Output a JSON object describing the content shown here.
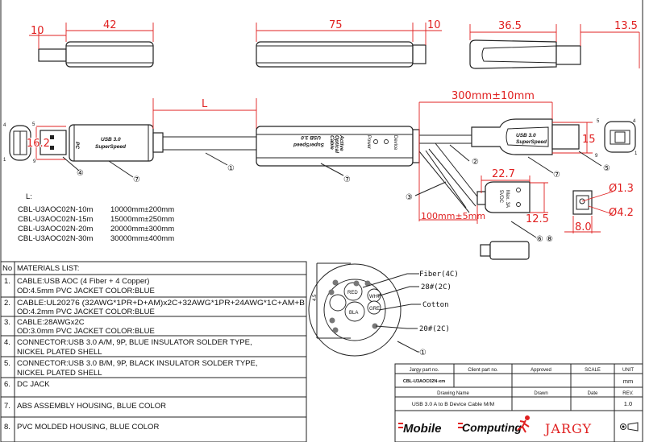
{
  "top_view": {
    "dims": {
      "plug_a": "10",
      "body_a": "42",
      "middle_body": "75",
      "middle_end": "10",
      "body_b": "36.5",
      "plug_b": "13.5"
    }
  },
  "main_view": {
    "length_label": "L",
    "dim_300": "300mm±10mm",
    "dim_100": "100mm±5mm",
    "dim_16_2": "16.2",
    "dim_15": "15",
    "dim_22_7": "22.7",
    "dim_12_5": "12.5",
    "dim_8_0": "8.0",
    "dia_1_3": "Ø1.3",
    "dia_4_2": "Ø4.2",
    "pins": {
      "a_tl": "4",
      "a_tr": "5",
      "a_bl": "1",
      "a_br": "9",
      "b_tl": "5",
      "b_tr": "4",
      "b_bl": "9",
      "b_br": "1"
    },
    "a_housing": {
      "pc": "PC",
      "usb": "USB 3.0",
      "ss": "SuperSpeed"
    },
    "middle_housing": {
      "usb": "USB 3.0",
      "ss": "SuperSpeed",
      "active": "Active",
      "optical": "Optical",
      "cable": "Cable",
      "power": "Power",
      "device": "Device"
    },
    "b_housing": {
      "usb": "USB 3.0",
      "ss": "SuperSpeed"
    },
    "dc_label": {
      "v": "5VDC",
      "a": "Max. 3A"
    },
    "callouts": {
      "c1": "①",
      "c2": "②",
      "c3": "③",
      "c4": "④",
      "c5": "⑤",
      "c7": "⑦",
      "c68": "⑥ ⑧"
    }
  },
  "length_table": {
    "heading": "L:",
    "rows": [
      {
        "part": "CBL-U3AOC02N-10m",
        "length": "10000mm±200mm"
      },
      {
        "part": "CBL-U3AOC02N-15m",
        "length": "15000mm±250mm"
      },
      {
        "part": "CBL-U3AOC02N-20m",
        "length": "20000mm±300mm"
      },
      {
        "part": "CBL-U3AOC02N-30m",
        "length": "30000mm±400mm"
      }
    ]
  },
  "cross_section": {
    "dim": "4.5",
    "labels": {
      "fiber": "Fiber(4C)",
      "awg28": "28#(2C)",
      "cotton": "Cotton",
      "awg20": "20#(2C)"
    },
    "wires": {
      "red": "RED",
      "wht": "WHT",
      "gre": "GRE",
      "bla": "BLA"
    },
    "callout": "①"
  },
  "materials": {
    "header_no": "No",
    "header_title": "MATERIALS LIST:",
    "rows": [
      {
        "no": "1.",
        "l1": "CABLE:USB AOC (4 Fiber + 4 Copper)",
        "l2": "OD:4.5mm  PVC JACKET COLOR:BLUE"
      },
      {
        "no": "2.",
        "l1": "CABLE:UL20276 (32AWG*1PR+D+AM)x2C+32AWG*1PR+24AWG*1C+AM+B",
        "l2": "OD:4.2mm  PVC JACKET COLOR:BLUE"
      },
      {
        "no": "3.",
        "l1": "CABLE:28AWGx2C",
        "l2": "OD:3.0mm  PVC JACKET COLOR:BLUE"
      },
      {
        "no": "4.",
        "l1": "CONNECTOR:USB 3.0 A/M, 9P, BLUE INSULATOR SOLDER TYPE,",
        "l2": "NICKEL PLATED SHELL"
      },
      {
        "no": "5.",
        "l1": "CONNECTOR:USB 3.0 B/M, 9P, BLACK INSULATOR SOLDER TYPE,",
        "l2": "NICKEL PLATED SHELL"
      },
      {
        "no": "6.",
        "l1": "DC JACK",
        "l2": ""
      },
      {
        "no": "7.",
        "l1": "ABS ASSEMBLY HOUSING, BLUE COLOR",
        "l2": ""
      },
      {
        "no": "8.",
        "l1": "PVC MOLDED HOUSING, BLUE COLOR",
        "l2": ""
      }
    ]
  },
  "title_block": {
    "h_jargy_part": "Jargy part no.",
    "h_client_part": "Client part no.",
    "h_approved": "Approved",
    "h_scale": "SCALE",
    "h_unit": "UNIT",
    "jargy_part": "CBL-U3AOC02N-xm",
    "unit": "mm",
    "h_drawing_name": "Drawing Name",
    "h_drawn": "Drawn",
    "h_date": "Date",
    "h_rev": "REV.",
    "drawing_name": "USB 3.0 A to B Device Cable M/M",
    "rev": "1.0",
    "logo_mobile": "Mobile",
    "logo_computing": "Computing",
    "logo_jargy": "JARGY",
    "colors": {
      "red": "#e02020",
      "ink": "#111111"
    }
  }
}
